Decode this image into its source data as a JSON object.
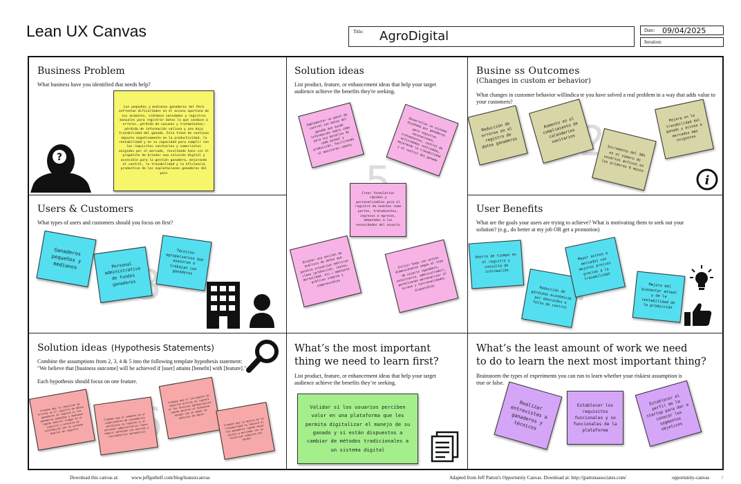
{
  "header": {
    "title": "Lean UX Canvas",
    "title_label": "Title:",
    "project_title": "AgroDigital",
    "date_label": "Date:",
    "date_value": "09/04/2025",
    "iteration_label": "Iteration:"
  },
  "sections": {
    "business_problem": {
      "title": "Business Problem",
      "description": "What business have you identified that needs help?",
      "note": "Los pequeños y medianos ganaderos del Perú enfrentan dificultades en el acceso oportuno de sus animales, viéndose sanidades y registros manuales para registrar datos lo que conduce a errores, pérdida de vacunos y tratamientos; pérdida de información valiosa y una baja trazabilidad del ganado. Esto tiene de continuo impacto negativamente en la productividad, la rentabilidad y en su capacidad para cumplir con los requisitos sanitarios y comerciales exigidos por el mercado, resultando hace sin el propósito de brindar una solución digital y accesible para la gestión ganadera, mejorando el control, la trazabilidad y la eficiencia productiva de los explotaciones ganaderas del país"
    },
    "solution_ideas_top": {
      "title": "Solution ideas",
      "number": "5",
      "description": "List product, feature, or enhancement ideas that help your target audience achieve the benefits they're seeking.",
      "notes": [
        "Implementar un panel de control con datos del ganado que ayude información sobre cómo para sus detalles de cada animal y producción, facilitando el monitoreo remoto",
        "Desarrollar un sistema diseñado por ganaderos para registrar vacunaciones, tratamientos, control de actividades realizadas, mejorando la trazabilidad y el control del ganado",
        "Crear formularios rápidos y personalizables para el registro de eventos como partos, tratamientos, ingresos o egresos, adaptados a las necesidades del usuario",
        "Diseñar una sección de análisis de datos que permita visualizar métricas clave (producción, costos, mortalidad, etc.) mediante gráficos simples y comprensibles",
        "Incluir bugs con avisos dimensionales según el tipo de usuario (ganadero, veterinario, administrador), permitiendo personalizar el acceso y funcionalidades disponibles"
      ]
    },
    "business_outcomes": {
      "title": "Busine ss  Outcomes",
      "subtitle": "(Changes in custom er behavior)",
      "number": "2",
      "description": "What changes in customer behavior willindica te you have solved a real problem in a way that adds value to your customers?",
      "notes": [
        "Reducción de errores en el registro de datos ganaderos",
        "Aumento en el cumplimiento de calendarios sanitarios",
        "Incremento del 30% en el número de usuarios activos en los primeros 6 meses",
        "Mejora en la trazabilidad del ganado y acceso a mercados más exigentes"
      ]
    },
    "users_customers": {
      "title": "Users & Customers",
      "number": "3",
      "description": "What types of users and customers should you focus on first?",
      "notes": [
        "Ganaderos pequeños y medianos",
        "Personal administrativo de fundos ganaderos",
        "Técnicos agropecuarios que asesoran o trabajan con ganaderos"
      ]
    },
    "user_benefits": {
      "title": "User Benefits",
      "number": "4",
      "description": "What are the goals your users are trying to achieve? What is motivating them to seek out your solution? (e.g., do better at my job OR get a promotion)",
      "notes": [
        "Ahorro de tiempo en el registro y consulta de información",
        "Reducción de pérdidas económicas por descuidos o falta de control",
        "Mayor acceso a mercados con mejores precios gracias a la trazabilidad",
        "Mejora del bienestar animal y de la rentabilidad de la producción"
      ]
    },
    "hypothesis": {
      "title": "Solution ideas",
      "subtitle": "(Hypothesis Statements)",
      "number": "6",
      "description_line1": "Combine the assumptions from 2, 3, 4 & 5 into the following template hypothesis statement:",
      "description_line2": "\"We believe that [business outcome] will be achieved if [user] attains [benefit] with [feature].\"",
      "description_line3": "Each hypothesis should focus on one feature.",
      "notes": [
        "Creemos que la reducción de errores en el registro de datos ganaderos se logrará si los ganaderos pequeños y medianos logran ahorrar tiempo en el registro y consulta de información con un sistema digital de registro",
        "Creemos que el aumento en el cumplimiento de calendarios sanitarios se logrará si el personal administrativo logra reducir pérdidas con alertas y recordatorios automáticos",
        "Creemos que el incremento de usuarios activos se logrará si los técnicos agropecuarios logran mejorar el bienestar animal con un panel de análisis de datos",
        "Creemos que la mejora en la trazabilidad se logrará si los ganaderos logran mayor acceso a mercados con un historial completo del animal"
      ]
    },
    "most_important": {
      "title_line1": "What’s the most important",
      "title_line2": "thing we need to learn first?",
      "description": "List product, feature, or enhancement ideas that help your target audience achieve the benefits they’re seeking.",
      "note": "Validar si los usuarios perciben valor en una plataforma que les permita digitalizar el manejo de su ganado y si están dispuestos a cambiar de métodos tradicionales a un sistema digital"
    },
    "least_work": {
      "title_line1": "What’s the least amount of work we need",
      "title_line2": "to do to learn the next most important thing?",
      "description": "Brainstorm the types of experiments you can run to learn whether your riskiest assumption is true or false.",
      "notes": [
        "Realizar entrevistas a ganaderos y técnicos",
        "Establecer los requisitos funcionales y no funcionales de la plataforma",
        "Establecer el perfil de la startup para dar a conocer los segmentos objetivos"
      ]
    }
  },
  "footer": {
    "download_label": "Download this canvas at:",
    "download_url": "www.jeffgothelf.com/blog/leanuxcanvas",
    "adapted": "Adapted from Jeff Patton's Opportunity Canvas. Download at: http://jpattonassociates.com/",
    "opportunity": "opportunity-canvas",
    "slash": "/"
  }
}
